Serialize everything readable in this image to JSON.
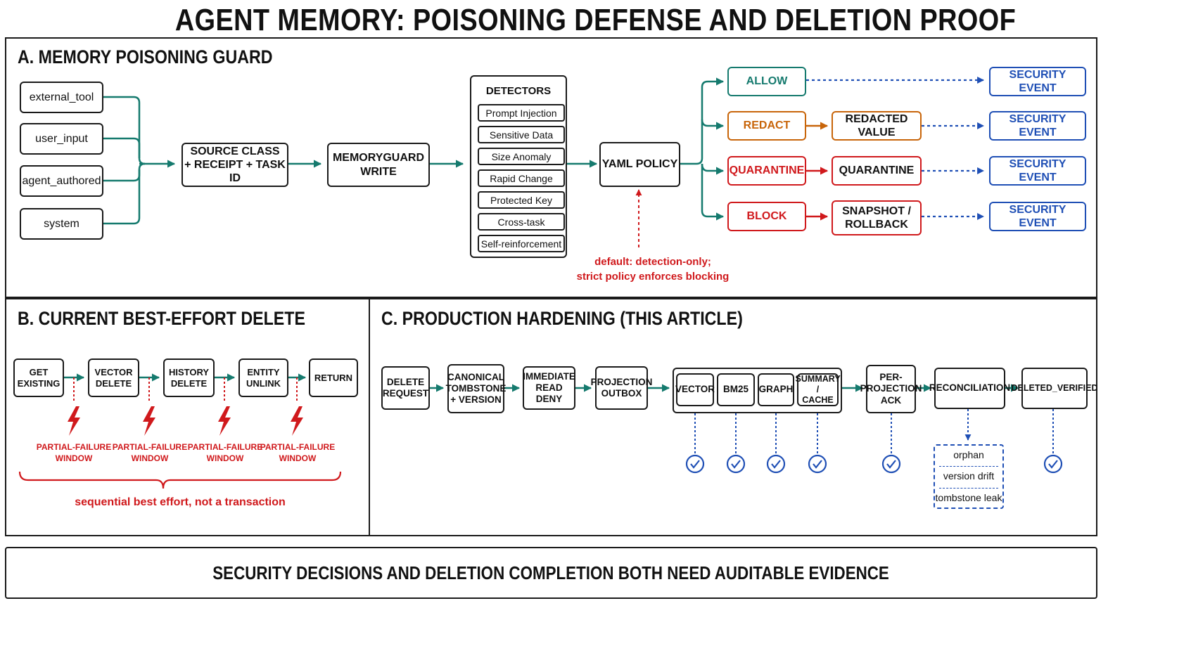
{
  "title": "AGENT MEMORY: POISONING DEFENSE AND DELETION PROOF",
  "colors": {
    "teal": "#157a6e",
    "orange": "#c8650a",
    "red": "#d0191c",
    "blue": "#1f4fb5"
  },
  "panel_a": {
    "heading": "A. MEMORY POISONING GUARD",
    "sources": [
      "external_tool",
      "user_input",
      "agent_authored",
      "system"
    ],
    "source_class": "SOURCE CLASS\n+ RECEIPT + TASK ID",
    "memoryguard": "MEMORYGUARD\nWRITE",
    "detectors_title": "DETECTORS",
    "detectors": [
      "Prompt Injection",
      "Sensitive Data",
      "Size Anomaly",
      "Rapid Change",
      "Protected Key",
      "Cross-task",
      "Self-reinforcement"
    ],
    "policy": "YAML POLICY",
    "policy_note": "default: detection-only;\nstrict policy enforces blocking",
    "decisions": {
      "allow": "ALLOW",
      "redact": "REDACT",
      "quarantine": "QUARANTINE",
      "block": "BLOCK"
    },
    "outcomes": {
      "redacted": "REDACTED VALUE",
      "quarantine": "QUARANTINE",
      "snapshot": "SNAPSHOT /\nROLLBACK"
    },
    "security_event": "SECURITY EVENT"
  },
  "panel_b": {
    "heading": "B. CURRENT BEST-EFFORT DELETE",
    "steps": [
      "GET\nEXISTING",
      "VECTOR\nDELETE",
      "HISTORY\nDELETE",
      "ENTITY\nUNLINK",
      "RETURN"
    ],
    "failure_label": "PARTIAL-FAILURE\nWINDOW",
    "brace_note": "sequential best effort, not a transaction"
  },
  "panel_c": {
    "heading": "C. PRODUCTION HARDENING (THIS ARTICLE)",
    "delete_request": "DELETE\nREQUEST",
    "tombstone": "CANONICAL\nTOMBSTONE\n+ VERSION",
    "immediate": "IMMEDIATE\nREAD DENY",
    "outbox": "PROJECTION\nOUTBOX",
    "projections": [
      "VECTOR",
      "BM25",
      "GRAPH",
      "SUMMARY /\nCACHE"
    ],
    "ack": "PER-\nPROJECTION\nACK",
    "reconciliation": "RECONCILIATION",
    "verified": "DELETED_VERIFIED",
    "drift": [
      "orphan",
      "version drift",
      "tombstone leak"
    ]
  },
  "footer": "SECURITY DECISIONS AND DELETION COMPLETION BOTH NEED AUDITABLE EVIDENCE"
}
